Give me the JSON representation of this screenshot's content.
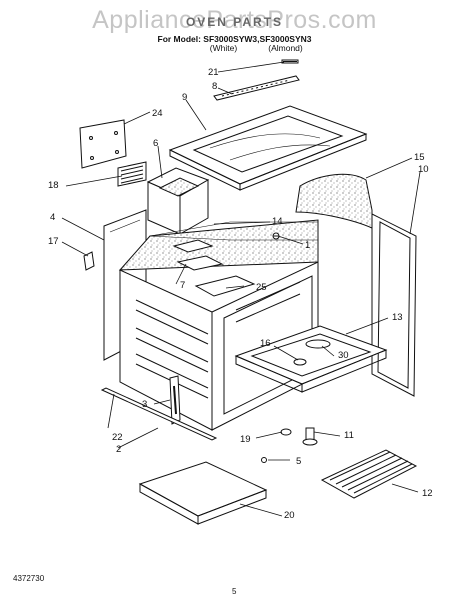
{
  "watermark": "AppliancePartsPros.com",
  "header": {
    "title": "OVEN PARTS",
    "model_line": "For Model: SF3000SYW3,SF3000SYN3",
    "color_white": "(White)",
    "color_almond": "(Almond)"
  },
  "callouts": [
    "21",
    "8",
    "9",
    "24",
    "6",
    "15",
    "10",
    "18",
    "4",
    "14",
    "17",
    "1",
    "7",
    "25",
    "13",
    "16",
    "30",
    "3",
    "22",
    "2",
    "19",
    "11",
    "5",
    "12",
    "20"
  ],
  "footer": {
    "doc_number": "4372730",
    "page_number": "5"
  }
}
